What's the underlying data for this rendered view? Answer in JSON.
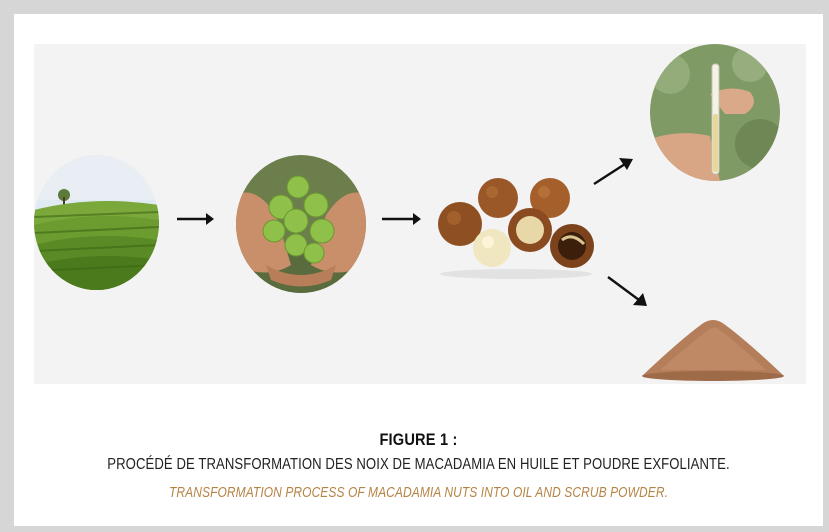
{
  "figure": {
    "title": "FIGURE 1 :",
    "caption_fr": "PROCÉDÉ DE TRANSFORMATION DES NOIX DE MACADAMIA EN HUILE ET POUDRE EXFOLIANTE.",
    "caption_en": "TRANSFORMATION PROCESS OF MACADAMIA NUTS INTO OIL AND SCRUB POWDER."
  },
  "colors": {
    "frame": "#d6d6d6",
    "panel": "#f3f3f3",
    "caption_en": "#b58344"
  },
  "icons": [
    "arrow-right-icon",
    "arrow-up-right-icon",
    "arrow-down-right-icon"
  ]
}
